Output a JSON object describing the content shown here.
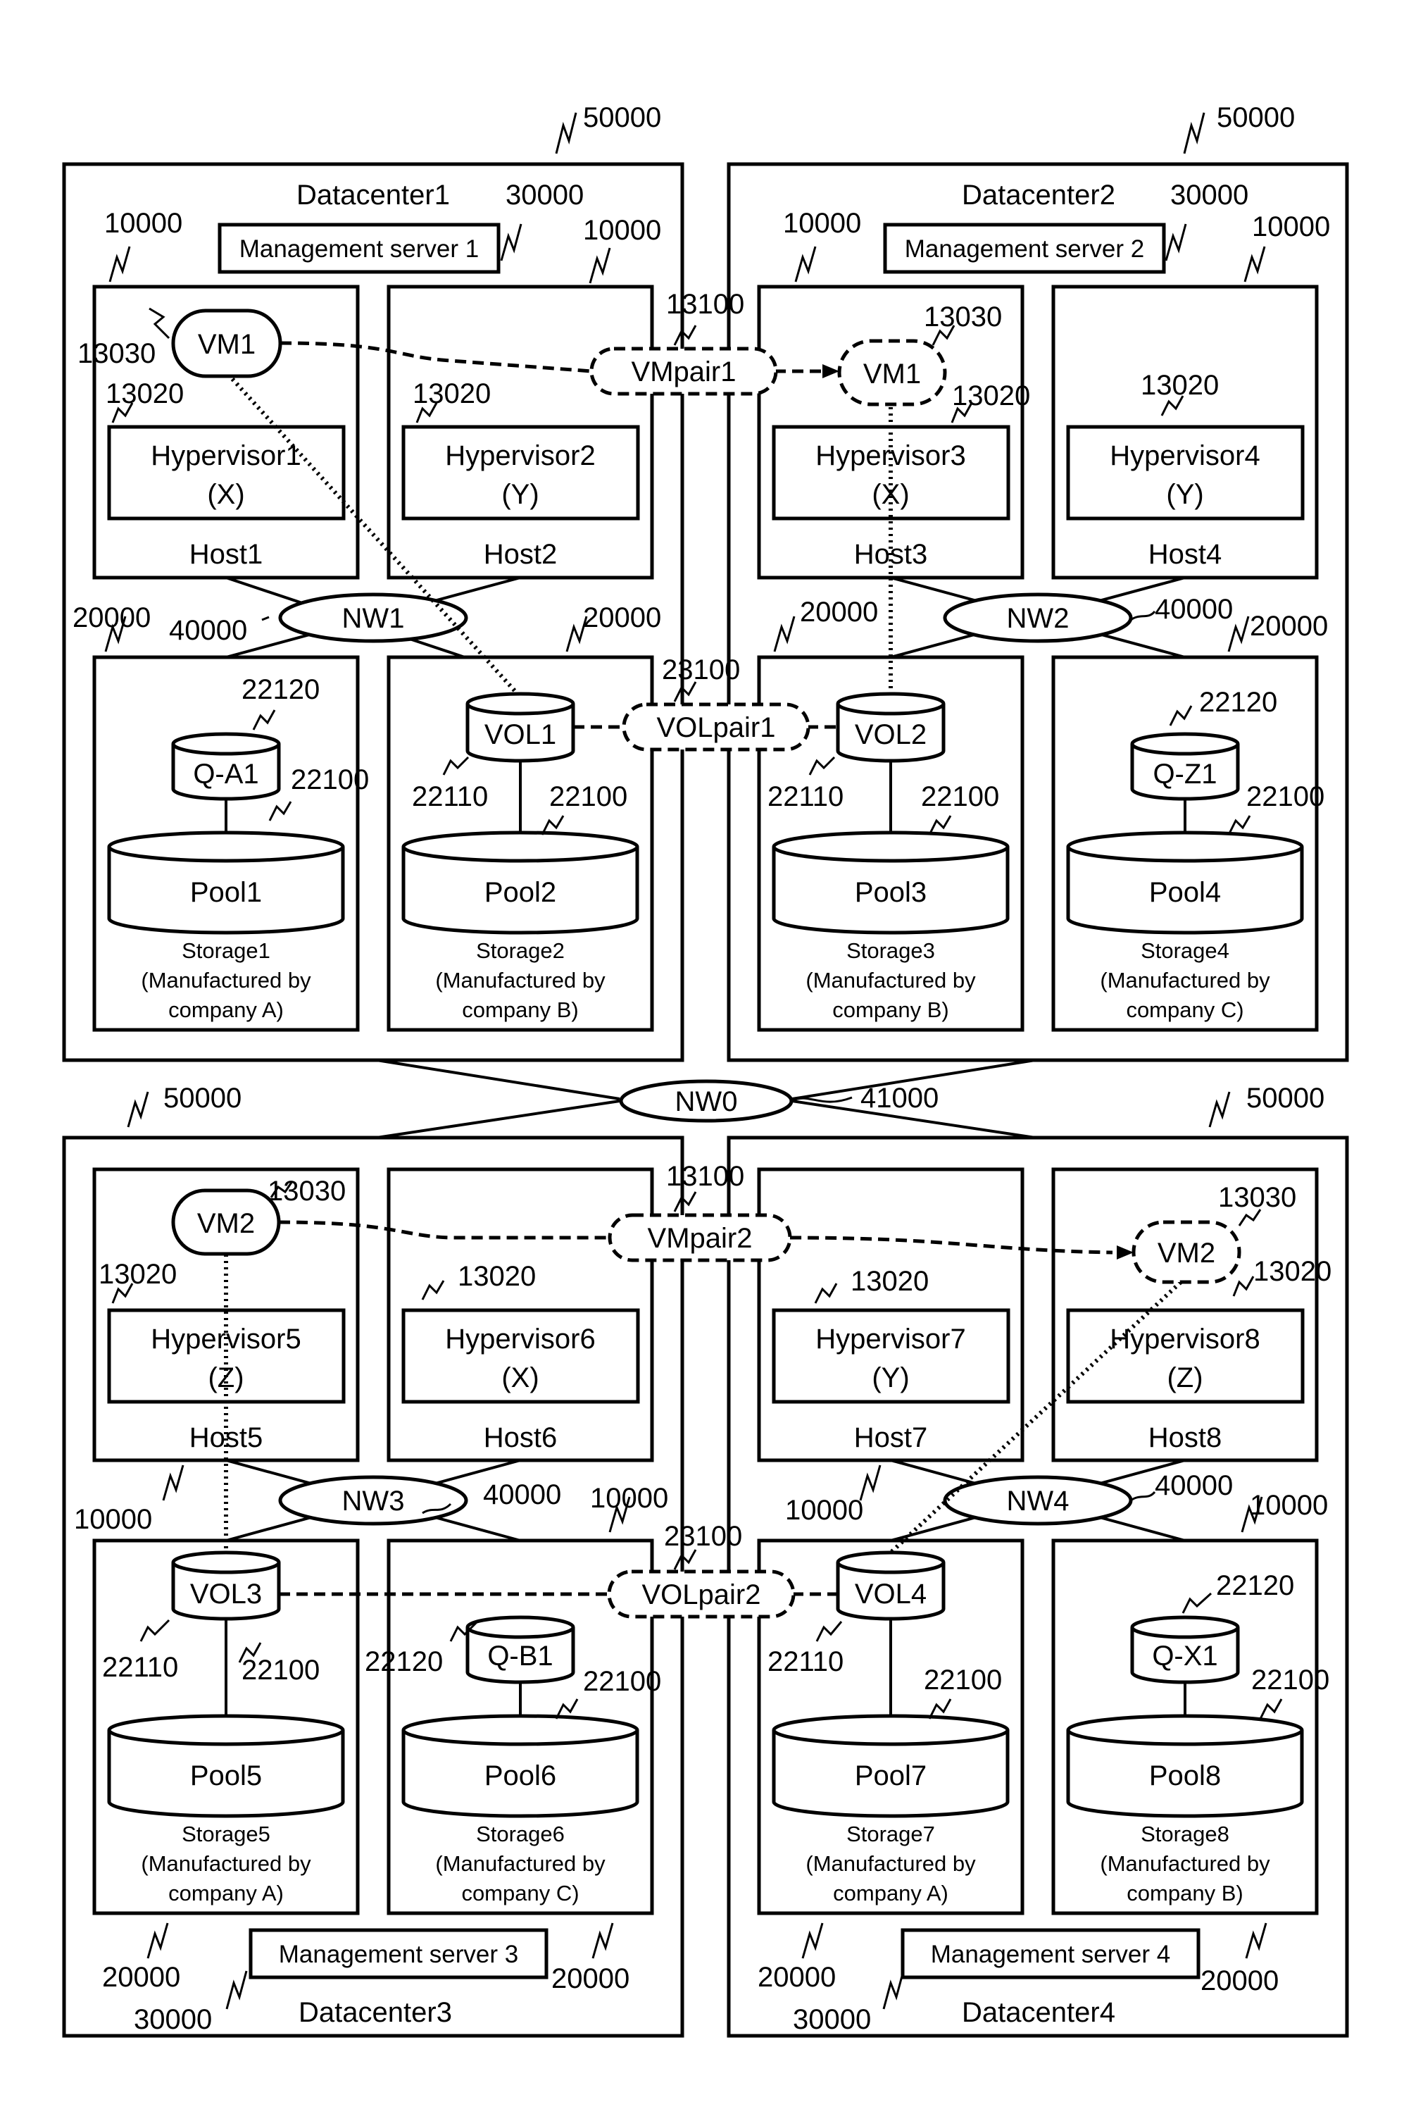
{
  "datacenters": [
    {
      "name": "Datacenter1",
      "ref": "50000",
      "server": "Management server 1",
      "server_ref": "30000"
    },
    {
      "name": "Datacenter2",
      "ref": "50000",
      "server": "Management server 2",
      "server_ref": "30000"
    },
    {
      "name": "Datacenter3",
      "ref": "50000",
      "server": "Management server 3",
      "server_ref": "30000"
    },
    {
      "name": "Datacenter4",
      "ref": "50000",
      "server": "Management server 4",
      "server_ref": "30000"
    }
  ],
  "hosts": [
    {
      "name": "Host1",
      "hypervisor": "Hypervisor1",
      "type": "(X)",
      "ref": "10000",
      "hv_ref": "13020"
    },
    {
      "name": "Host2",
      "hypervisor": "Hypervisor2",
      "type": "(Y)",
      "ref": "10000",
      "hv_ref": "13020"
    },
    {
      "name": "Host3",
      "hypervisor": "Hypervisor3",
      "type": "(X)",
      "ref": "10000",
      "hv_ref": "13020"
    },
    {
      "name": "Host4",
      "hypervisor": "Hypervisor4",
      "type": "(Y)",
      "ref": "10000",
      "hv_ref": "13020"
    },
    {
      "name": "Host5",
      "hypervisor": "Hypervisor5",
      "type": "(Z)",
      "ref": "10000",
      "hv_ref": "13020"
    },
    {
      "name": "Host6",
      "hypervisor": "Hypervisor6",
      "type": "(X)",
      "ref": "10000",
      "hv_ref": "13020"
    },
    {
      "name": "Host7",
      "hypervisor": "Hypervisor7",
      "type": "(Y)",
      "ref": "10000",
      "hv_ref": "13020"
    },
    {
      "name": "Host8",
      "hypervisor": "Hypervisor8",
      "type": "(Z)",
      "ref": "10000",
      "hv_ref": "13020"
    }
  ],
  "storages": [
    {
      "name": "Storage1",
      "maker_line1": "(Manufactured by",
      "maker_line2": "company A)",
      "pool": "Pool1",
      "vol": "Q-A1",
      "ref": "20000",
      "pool_ref": "22100",
      "vol_ref": "22120"
    },
    {
      "name": "Storage2",
      "maker_line1": "(Manufactured by",
      "maker_line2": "company B)",
      "pool": "Pool2",
      "vol": "VOL1",
      "ref": "20000",
      "pool_ref": "22100",
      "vol_ref": "22110"
    },
    {
      "name": "Storage3",
      "maker_line1": "(Manufactured by",
      "maker_line2": "company B)",
      "pool": "Pool3",
      "vol": "VOL2",
      "ref": "20000",
      "pool_ref": "22100",
      "vol_ref": "22110"
    },
    {
      "name": "Storage4",
      "maker_line1": "(Manufactured by",
      "maker_line2": "company C)",
      "pool": "Pool4",
      "vol": "Q-Z1",
      "ref": "20000",
      "pool_ref": "22100",
      "vol_ref": "22120"
    },
    {
      "name": "Storage5",
      "maker_line1": "(Manufactured by",
      "maker_line2": "company A)",
      "pool": "Pool5",
      "vol": "VOL3",
      "ref": "20000",
      "pool_ref": "22100",
      "vol_ref": "22110"
    },
    {
      "name": "Storage6",
      "maker_line1": "(Manufactured by",
      "maker_line2": "company C)",
      "pool": "Pool6",
      "vol": "Q-B1",
      "ref": "20000",
      "pool_ref": "22100",
      "vol_ref": "22120"
    },
    {
      "name": "Storage7",
      "maker_line1": "(Manufactured by",
      "maker_line2": "company A)",
      "pool": "Pool7",
      "vol": "VOL4",
      "ref": "20000",
      "pool_ref": "22100",
      "vol_ref": "22110"
    },
    {
      "name": "Storage8",
      "maker_line1": "(Manufactured by",
      "maker_line2": "company B)",
      "pool": "Pool8",
      "vol": "Q-X1",
      "ref": "20000",
      "pool_ref": "22100",
      "vol_ref": "22120"
    }
  ],
  "vms": [
    {
      "name": "VM1",
      "ref": "13030",
      "style": "solid"
    },
    {
      "name": "VM1",
      "ref": "13030",
      "style": "dashed"
    },
    {
      "name": "VM2",
      "ref": "13030",
      "style": "solid"
    },
    {
      "name": "VM2",
      "ref": "13030",
      "style": "dashed"
    }
  ],
  "networks": [
    {
      "name": "NW1",
      "ref": "40000"
    },
    {
      "name": "NW2",
      "ref": "40000"
    },
    {
      "name": "NW3",
      "ref": "40000"
    },
    {
      "name": "NW4",
      "ref": "40000"
    },
    {
      "name": "NW0",
      "ref": "41000"
    }
  ],
  "pairs": {
    "vmpair1": "VMpair1",
    "vmpair2": "VMpair2",
    "volpair1": "VOLpair1",
    "volpair2": "VOLpair2",
    "vmpair_ref": "13100",
    "volpair_ref": "23100"
  }
}
